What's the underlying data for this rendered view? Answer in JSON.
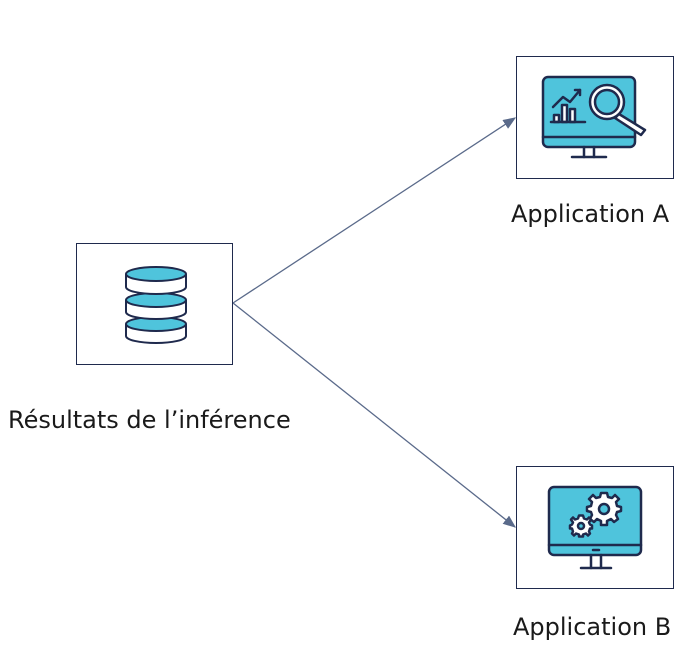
{
  "diagram": {
    "nodes": {
      "source": {
        "label": "Résultats de l’inférence",
        "icon": "database-icon"
      },
      "app_a": {
        "label": "Application A",
        "icon": "analytics-monitor-icon"
      },
      "app_b": {
        "label": "Application B",
        "icon": "settings-monitor-icon"
      }
    },
    "edges": [
      {
        "from": "source",
        "to": "app_a"
      },
      {
        "from": "source",
        "to": "app_b"
      }
    ]
  },
  "colors": {
    "stroke": "#1f2a4d",
    "accent": "#4fc4dc",
    "arrow": "#5a6a8a"
  }
}
